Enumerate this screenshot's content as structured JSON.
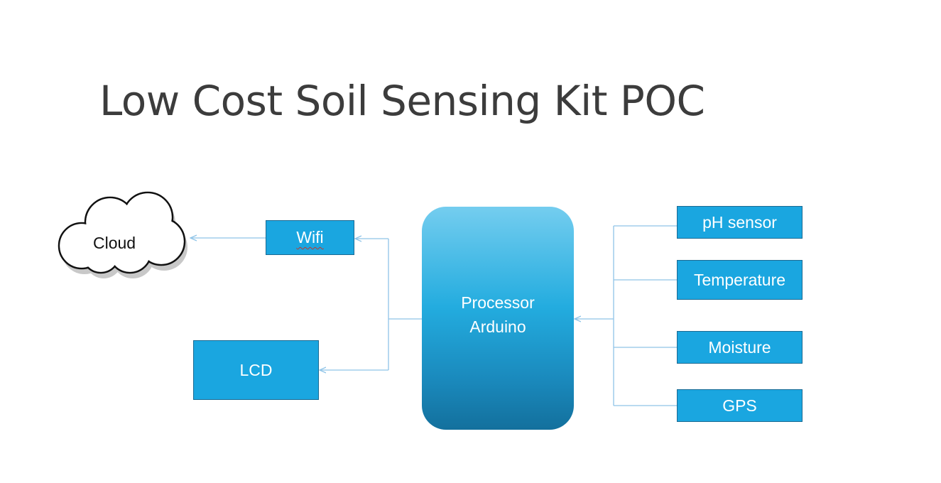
{
  "slide": {
    "title": "Low Cost Soil Sensing Kit POC"
  },
  "diagram": {
    "cloud": {
      "label": "Cloud"
    },
    "wifi": {
      "label": "Wifi"
    },
    "lcd": {
      "label": "LCD"
    },
    "processor": {
      "line1": "Processor",
      "line2": "Arduino"
    },
    "sensors": [
      {
        "label": "pH sensor"
      },
      {
        "label": "Temperature"
      },
      {
        "label": "Moisture"
      },
      {
        "label": "GPS"
      }
    ]
  },
  "colors": {
    "box_fill": "#1aa6e0",
    "box_border": "#1b6a93",
    "connector": "#8fc4e8",
    "title_text": "#3c3c3c"
  },
  "icons": [
    "cloud-shape",
    "arrowhead"
  ]
}
